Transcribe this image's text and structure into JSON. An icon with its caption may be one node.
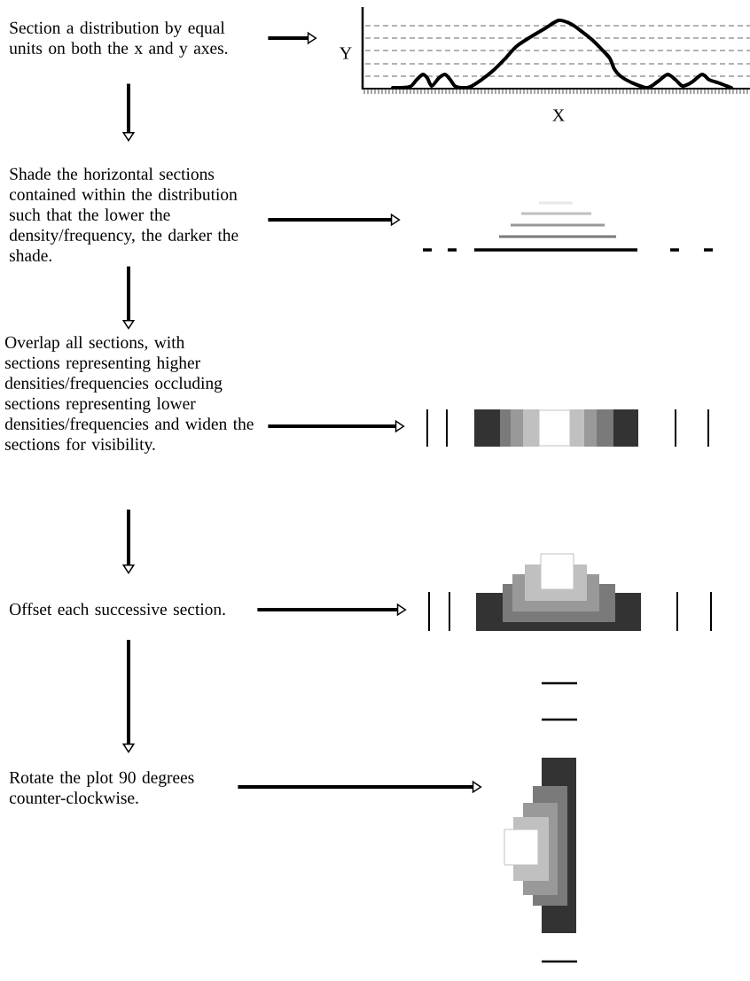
{
  "diagram": {
    "nodes": [
      {
        "text": [
          "Section a distribution by equal units on both the x and y axes."
        ]
      },
      {
        "text": [],
        "shape": "picture",
        "beside": [
          "Y",
          "X"
        ]
      },
      {
        "text": [
          "Shade the horizontal sections contained within the distribution such that the lower the density/frequency, the darker the shade."
        ]
      },
      {
        "text": [],
        "shape": "picture"
      },
      {
        "text": [
          "Overlap all sections, with sections representing higher densities/frequencies occluding sections representing lower densities/frequencies and widen the sections for visibility."
        ]
      },
      {
        "text": [],
        "shape": "picture"
      },
      {
        "text": [
          "Offset each successive section."
        ]
      },
      {
        "text": [],
        "shape": "picture"
      },
      {
        "text": [
          "Rotate the plot 90 degrees counter-clockwise."
        ]
      },
      {
        "text": [],
        "shape": "picture"
      }
    ],
    "edges": [
      {
        "from": 0,
        "to": 1,
        "arrow": "to"
      },
      {
        "from": 0,
        "to": 2,
        "arrow": "to"
      },
      {
        "from": 2,
        "to": 3,
        "arrow": "to"
      },
      {
        "from": 2,
        "to": 4,
        "arrow": "to"
      },
      {
        "from": 4,
        "to": 5,
        "arrow": "to"
      },
      {
        "from": 4,
        "to": 6,
        "arrow": "to"
      },
      {
        "from": 6,
        "to": 7,
        "arrow": "to"
      },
      {
        "from": 6,
        "to": 8,
        "arrow": "to"
      },
      {
        "from": 8,
        "to": 9,
        "arrow": "to"
      }
    ]
  }
}
